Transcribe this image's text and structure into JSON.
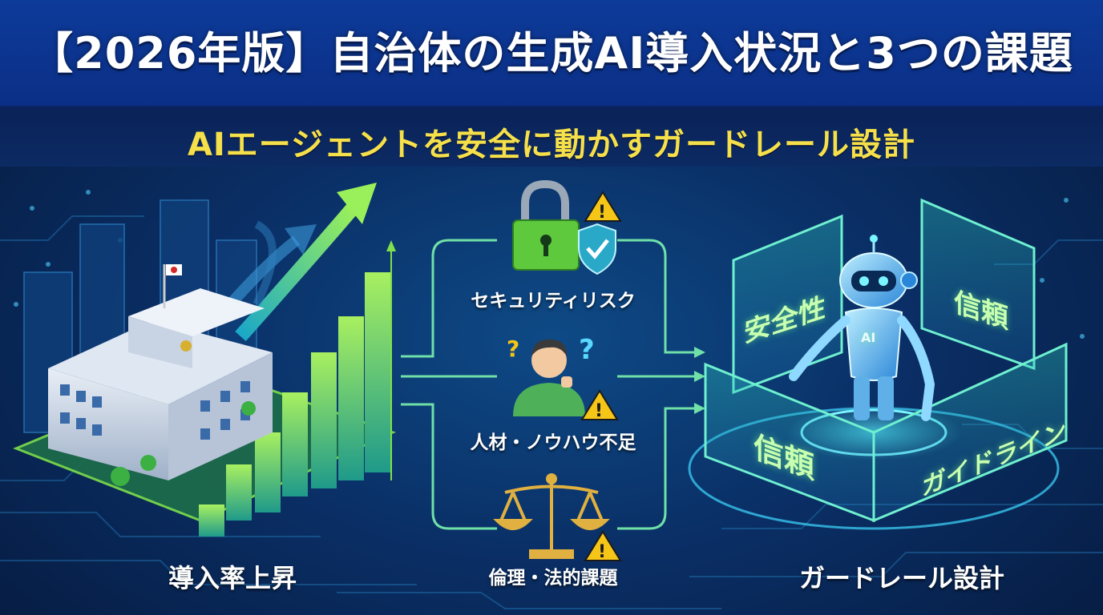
{
  "header": {
    "title": "【2026年版】自治体の生成AI導入状況と3つの課題",
    "subtitle": "AIエージェントを安全に動かすガードレール設計"
  },
  "left_section": {
    "label": "導入率上昇"
  },
  "challenges": [
    {
      "label": "セキュリティリスク",
      "icon": "padlock-shield-icon"
    },
    {
      "label": "人材・ノウハウ不足",
      "icon": "confused-person-icon"
    },
    {
      "label": "倫理・法的課題",
      "icon": "scales-icon"
    }
  ],
  "right_section": {
    "label": "ガードレール設計",
    "panels": {
      "top_left": "安全性",
      "top_right": "信頼",
      "bottom_left": "信頼",
      "bottom_right": "ガイドライン"
    },
    "robot_badge": "AI"
  },
  "colors": {
    "title_bg": "#0d3b9a",
    "subtitle_text": "#f6e04a",
    "accent_green": "#7ee04a",
    "accent_cyan": "#3fd8ff",
    "warning_yellow": "#f5c518"
  }
}
